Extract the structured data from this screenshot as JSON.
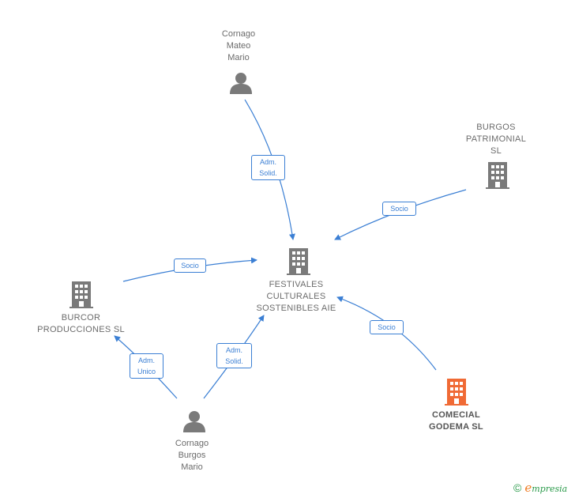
{
  "colors": {
    "edge": "#3b7fd4",
    "building": "#7a7a7a",
    "highlight_building": "#f06a35",
    "text": "#6b6b6b"
  },
  "nodes": {
    "cornago_mateo": {
      "label": "Cornago\nMateo\nMario",
      "icon": "person-icon"
    },
    "burgos_patrimonial": {
      "label": "BURGOS\nPATRIMONIAL\nSL",
      "icon": "building-icon"
    },
    "festivales": {
      "label": "FESTIVALES\nCULTURALES\nSOSTENIBLES AIE",
      "icon": "building-icon"
    },
    "burcor": {
      "label": "BURCOR\nPRODUCCIONES SL",
      "icon": "building-icon"
    },
    "comecial_godema": {
      "label": "COMECIAL\nGODEMA  SL",
      "icon": "building-icon"
    },
    "cornago_burgos": {
      "label": "Cornago\nBurgos\nMario",
      "icon": "person-icon"
    }
  },
  "edges": [
    {
      "from": "cornago_mateo",
      "to": "festivales",
      "label": "Adm.\nSolid."
    },
    {
      "from": "burgos_patrimonial",
      "to": "festivales",
      "label": "Socio"
    },
    {
      "from": "burcor",
      "to": "festivales",
      "label": "Socio"
    },
    {
      "from": "comecial_godema",
      "to": "festivales",
      "label": "Socio"
    },
    {
      "from": "cornago_burgos",
      "to": "festivales",
      "label": "Adm.\nSolid."
    },
    {
      "from": "cornago_burgos",
      "to": "burcor",
      "label": "Adm.\nUnico"
    }
  ],
  "brand": {
    "copyright": "©",
    "name": "mpresia",
    "initial": "e"
  }
}
